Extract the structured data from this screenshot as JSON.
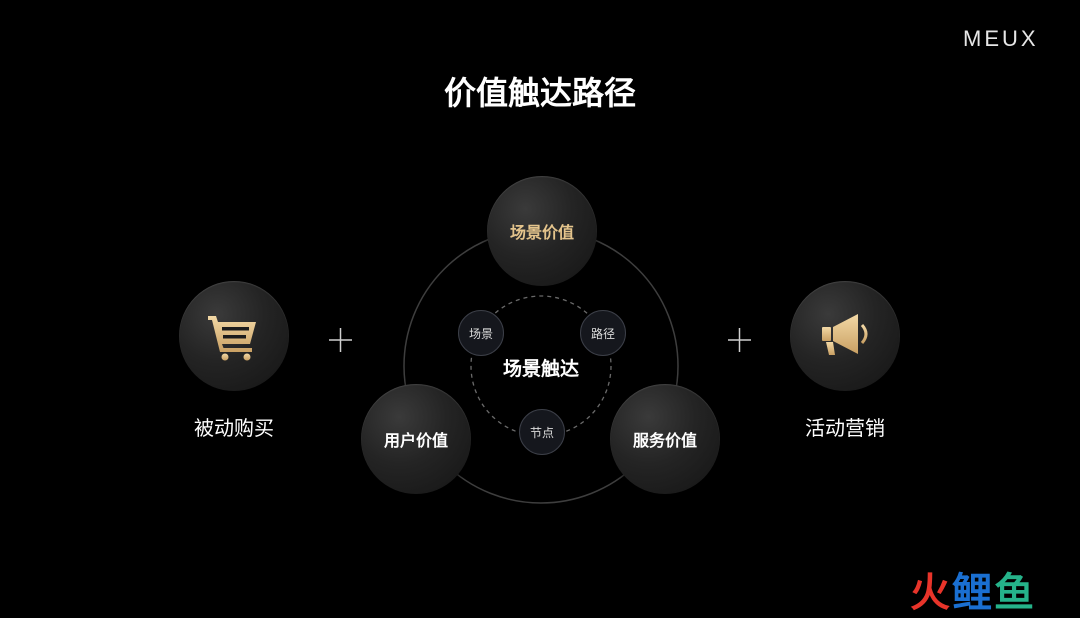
{
  "brand": {
    "logo_text": "MEUX"
  },
  "title": "价值触达路径",
  "diagram": {
    "center_label": "场景触达",
    "outer_nodes": {
      "top": "场景价值",
      "bottom_left": "用户价值",
      "bottom_right": "服务价值"
    },
    "inner_nodes": {
      "left": "场景",
      "right": "路径",
      "bottom": "节点"
    }
  },
  "left_item": {
    "label": "被动购买",
    "icon": "shopping-cart-icon"
  },
  "right_item": {
    "label": "活动营销",
    "icon": "megaphone-icon"
  },
  "plus_symbol": "+",
  "watermark": {
    "part1": "火",
    "part2": "鲤",
    "part3": "鱼"
  },
  "colors": {
    "background": "#000000",
    "gold": "#e4c48c",
    "watermark_red": "#e8342a",
    "watermark_blue": "#1a6fd1",
    "watermark_teal": "#25b38a"
  }
}
